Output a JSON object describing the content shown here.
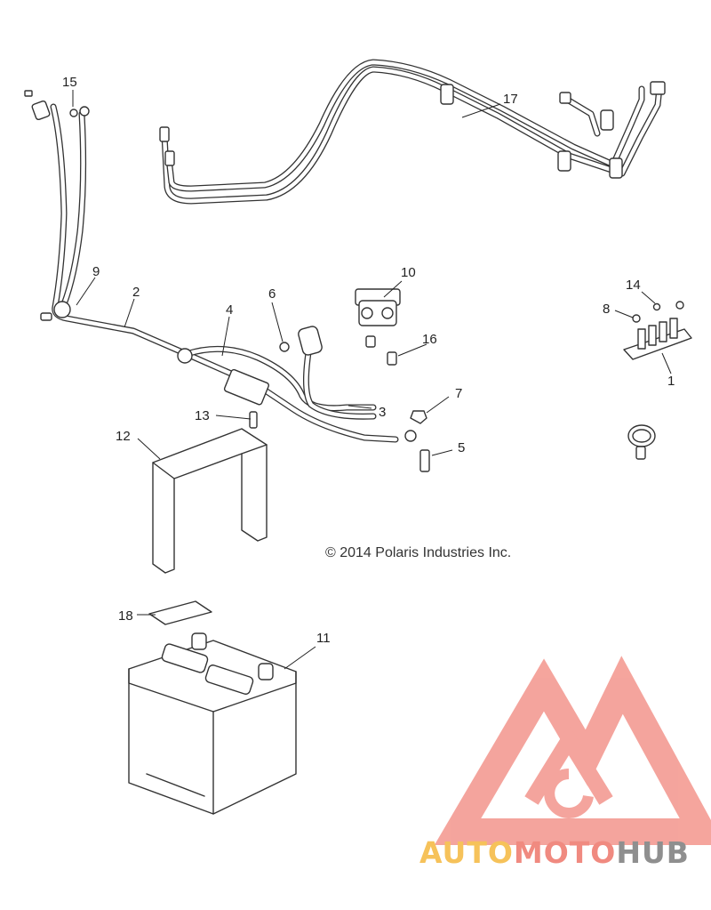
{
  "copyright": "© 2014 Polaris Industries Inc.",
  "watermark": {
    "part1": "AUTO",
    "part2": "MOTO",
    "part3": "HUB",
    "color_auto": "#f6c25a",
    "color_moto": "#f08a80",
    "color_hub": "#8f8f8f",
    "logo_color": "#f3958c"
  },
  "callouts": {
    "c1": "1",
    "c2": "2",
    "c3": "3",
    "c4": "4",
    "c5": "5",
    "c6": "6",
    "c7": "7",
    "c8": "8",
    "c9": "9",
    "c10": "10",
    "c11": "11",
    "c12": "12",
    "c13": "13",
    "c14": "14",
    "c15": "15",
    "c16": "16",
    "c17": "17",
    "c18": "18"
  },
  "colors": {
    "line": "#333333",
    "background": "#ffffff"
  }
}
